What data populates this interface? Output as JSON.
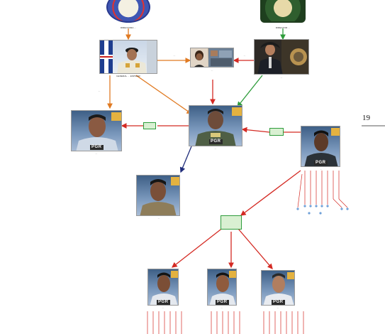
{
  "page_number": "19",
  "pgr_label": "PGR",
  "colors": {
    "red_link": "#d42a23",
    "orange_link": "#e07a22",
    "green_link": "#2e9c3b",
    "navy_link": "#1f2c7a",
    "hub_green": "#2e9c3b"
  },
  "captions": {
    "left_seal": "DIRECTORA ...",
    "right_seal": "DIRECTOR ...",
    "general": "GENERAL ... ESPIGAR",
    "woman_tv": "...",
    "suit_man": "...",
    "link_top_left": "...",
    "link_top_right": "...",
    "center_man": "...",
    "left_officer": "...",
    "right_officer": "...",
    "mid_left_officer": "...",
    "mid_note": "...",
    "bottom_left": "...",
    "bottom_mid": "...",
    "bottom_right": "..."
  }
}
